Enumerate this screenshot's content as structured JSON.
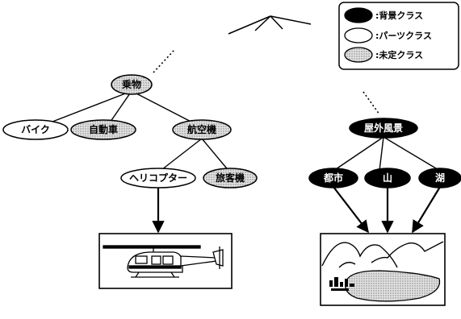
{
  "legend": {
    "background": ":背景クラス",
    "parts": ":パーツクラス",
    "undefined": ":未定クラス"
  },
  "nodes": {
    "vehicle": "乗物",
    "bike": "バイク",
    "car": "自動車",
    "aircraft": "航空機",
    "helicopter": "ヘリコプター",
    "airliner": "旅客機",
    "outdoor": "屋外風景",
    "city": "都市",
    "mountain": "山",
    "lake": "湖"
  },
  "colors": {
    "background_class": "#000000",
    "parts_class": "#ffffff",
    "undefined_class": "#c8c8c8"
  }
}
